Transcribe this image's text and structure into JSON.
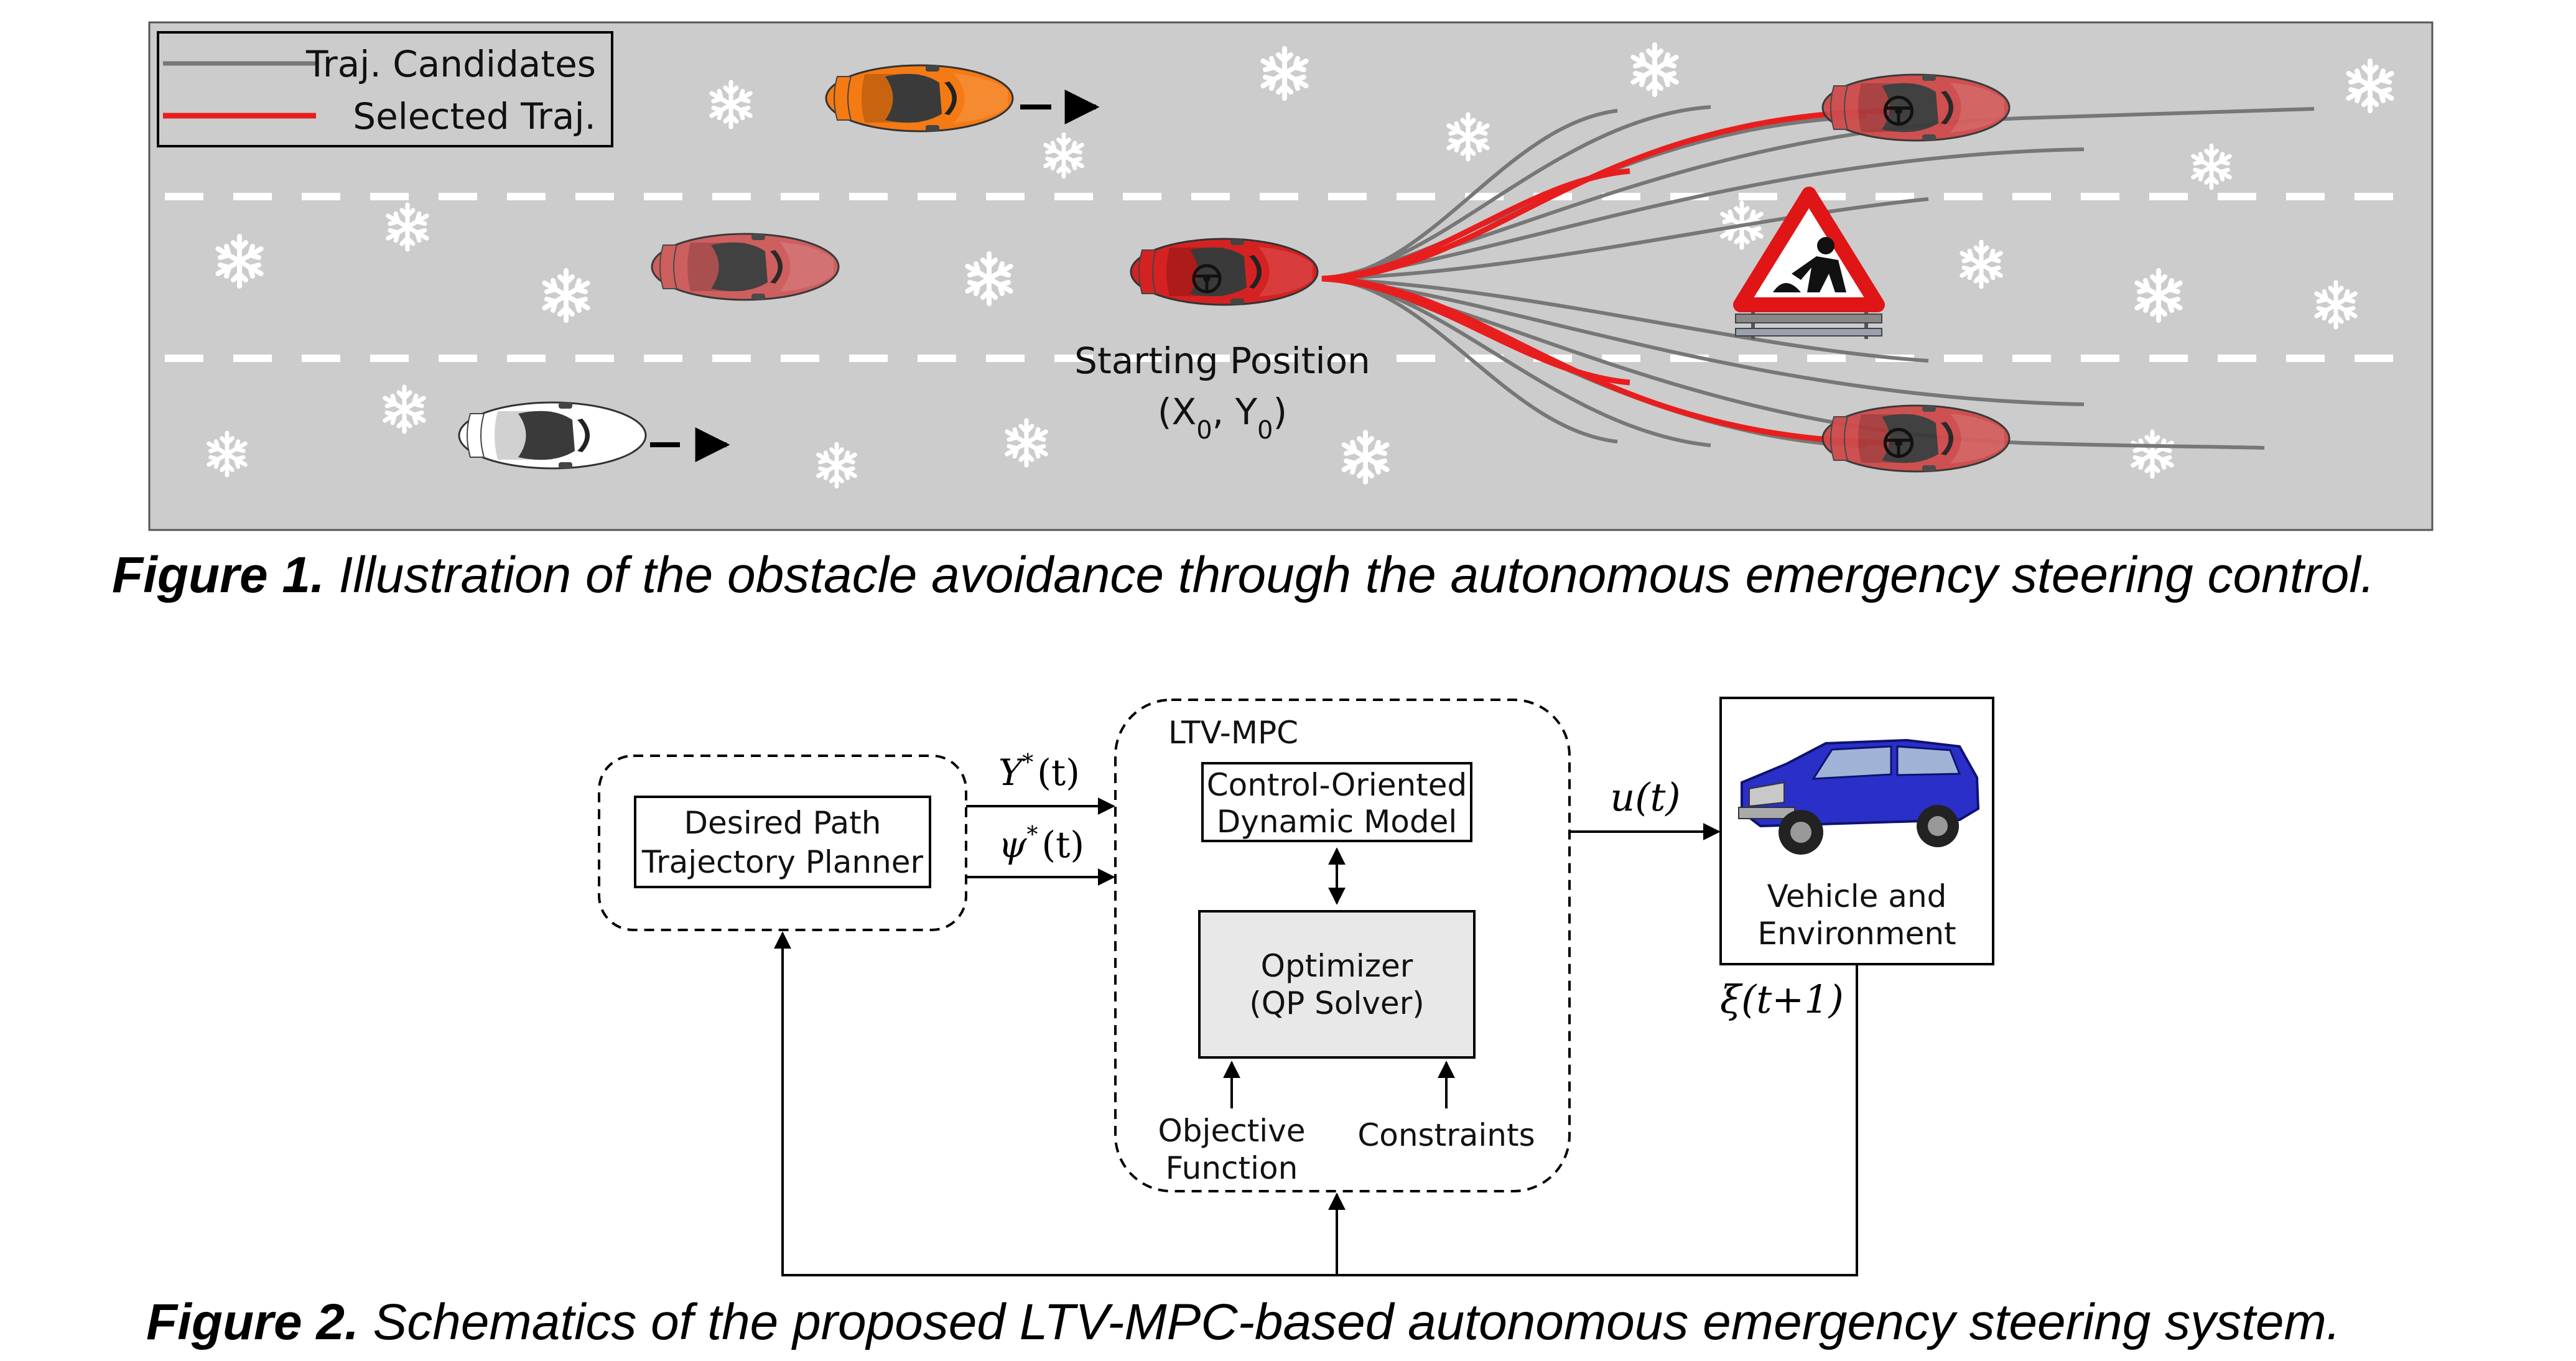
{
  "figure1": {
    "legend": {
      "candidates_label": "Traj. Candidates",
      "selected_label": "Selected Traj."
    },
    "start_label": "Starting Position",
    "start_coord": {
      "open": "(X",
      "sub0": "0",
      "mid": ", Y",
      "sub1": "0",
      "close": ")"
    },
    "caption": {
      "number": "Figure 1.",
      "text": "Illustration of the obstacle avoidance through the autonomous emergency steering control."
    },
    "colors": {
      "road": "#cccccc",
      "selected": "#e81e1e",
      "candidate": "#777777",
      "ego_car": "#d42222",
      "ghost_car": "#cf5a5a",
      "orange_car": "#f47a14",
      "white_car": "#ffffff",
      "sign_red": "#e01515"
    },
    "icons": [
      "car-icon",
      "snowflake-icon",
      "roadwork-sign-icon",
      "steering-wheel-icon",
      "arrow-right-icon"
    ]
  },
  "figure2": {
    "ltv_mpc_label": "LTV-MPC",
    "planner": {
      "line1": "Desired Path",
      "line2": "Trajectory Planner"
    },
    "model": {
      "line1": "Control-Oriented",
      "line2": "Dynamic Model"
    },
    "optimizer": {
      "line1": "Optimizer",
      "line2": "(QP Solver)"
    },
    "objective": {
      "line1": "Objective",
      "line2": "Function"
    },
    "constraints": "Constraints",
    "vehicle": {
      "line1": "Vehicle and",
      "line2": "Environment"
    },
    "signals": {
      "y_ref": {
        "sym": "Y",
        "sup": "*",
        "arg": "(t)"
      },
      "psi_ref": {
        "sym": "ψ",
        "sup": "*",
        "arg": "(t)"
      },
      "u": "u(t)",
      "xi": "ξ(t+1)"
    },
    "caption": {
      "number": "Figure 2.",
      "text": "Schematics of the proposed LTV-MPC-based autonomous emergency steering system."
    },
    "colors": {
      "optimizer_fill": "#e8e8e8",
      "suv_body": "#2a2fc8"
    },
    "icons": [
      "suv-icon"
    ]
  }
}
